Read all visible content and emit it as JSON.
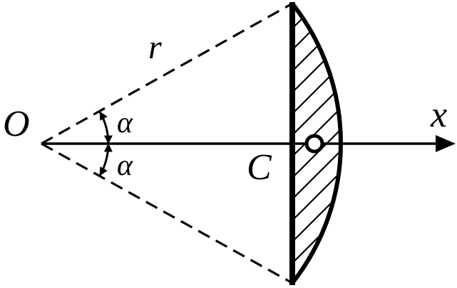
{
  "labels": {
    "origin": "O",
    "radius": "r",
    "angle_upper": "α",
    "angle_lower": "α",
    "point": "C",
    "axis": "x"
  },
  "colors": {
    "ink": "#000000",
    "background": "#ffffff"
  }
}
